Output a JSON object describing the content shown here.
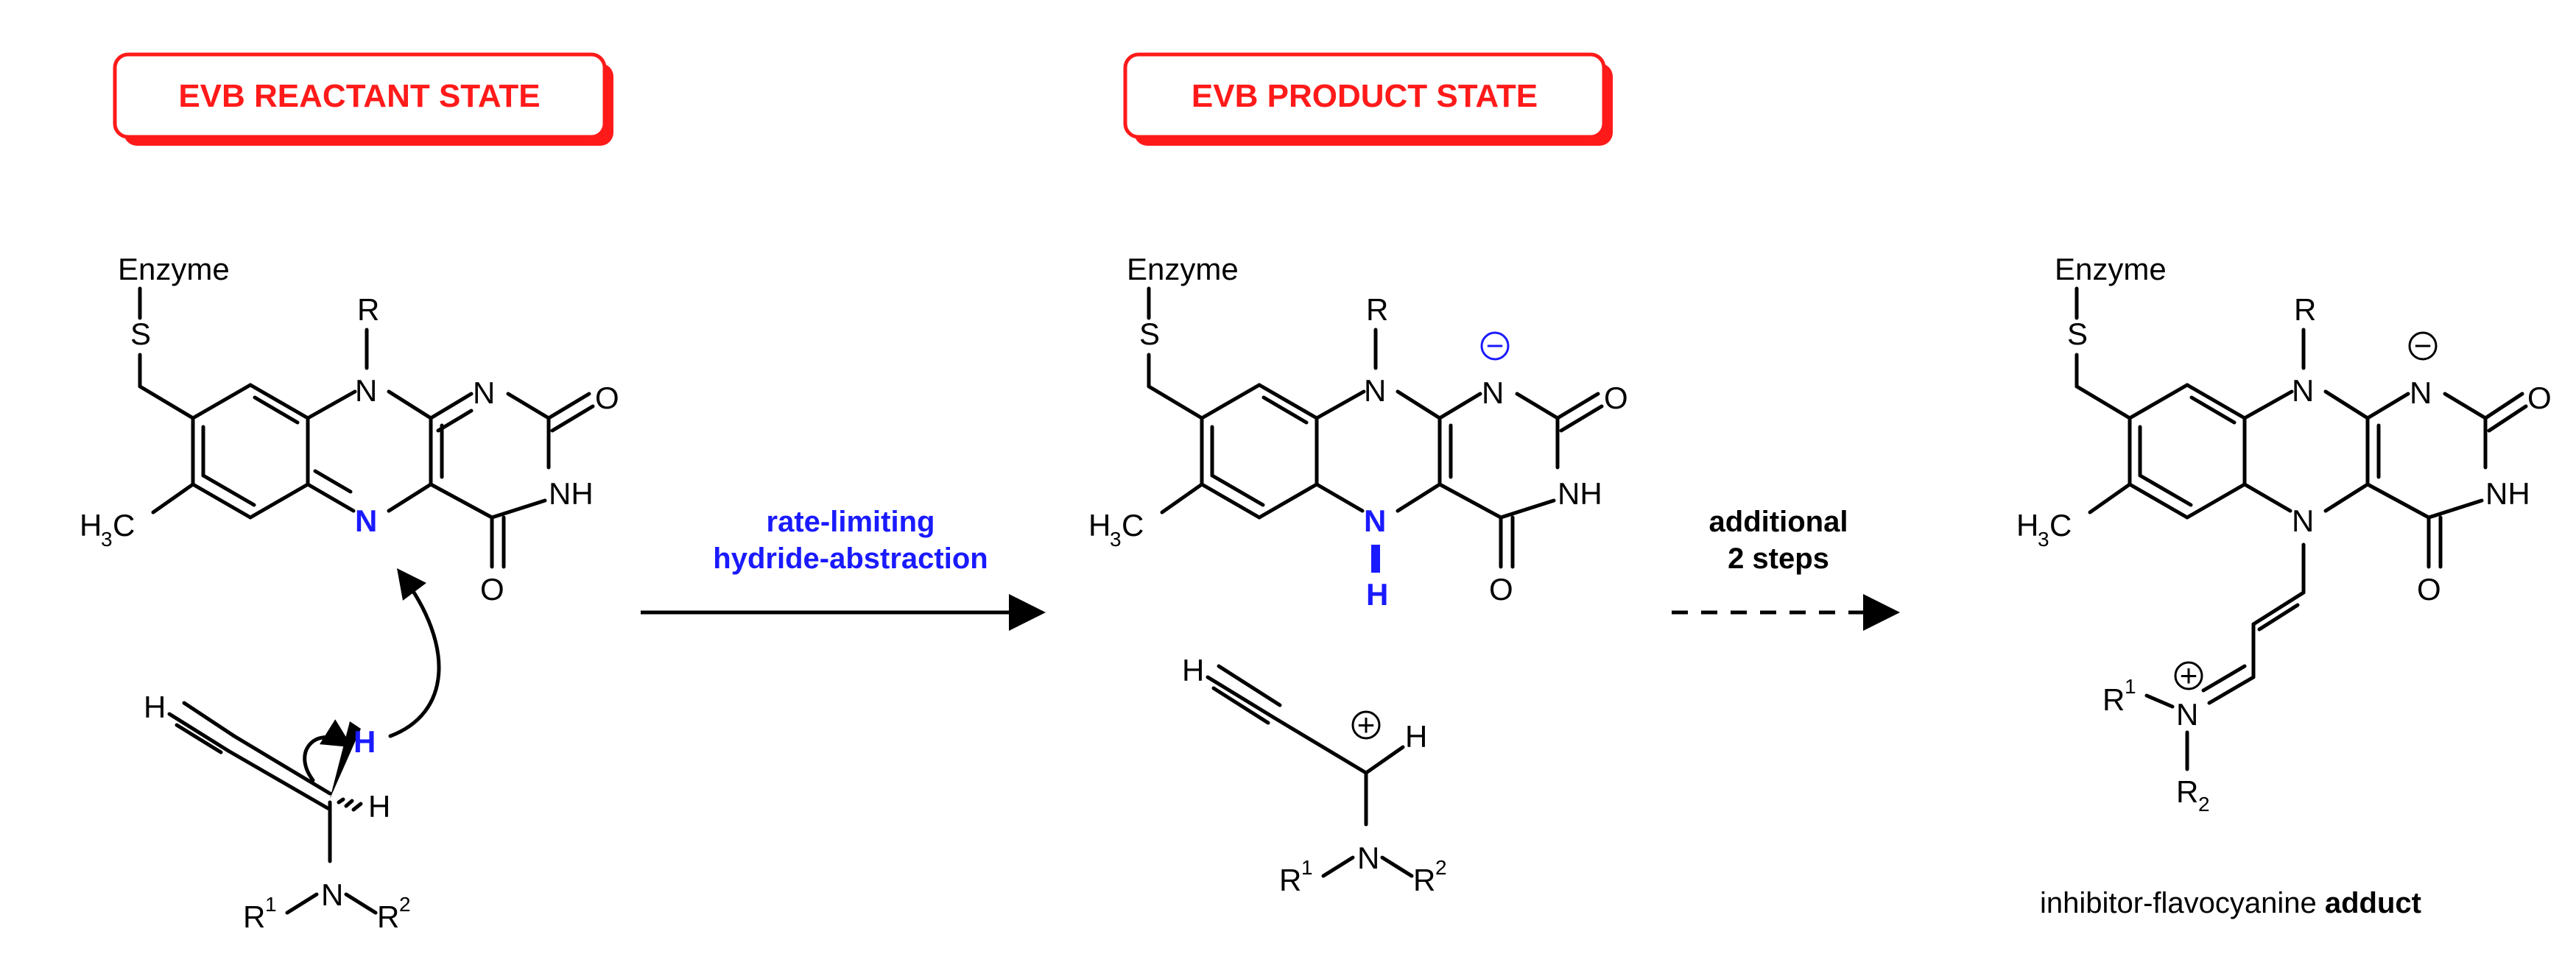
{
  "labels": {
    "reactant_state": "EVB REACTANT STATE",
    "product_state": "EVB PRODUCT STATE",
    "arrow1_line1": "rate-limiting",
    "arrow1_line2": "hydride-abstraction",
    "arrow2_line1": "additional",
    "arrow2_line2": "2 steps",
    "caption_plain": "inhibitor-flavocyanine ",
    "caption_bold": "adduct"
  },
  "atoms": {
    "enzyme": "Enzyme",
    "sulfur": "S",
    "nitrogen": "N",
    "oxygen": "O",
    "hydrogen": "H",
    "nh": "NH",
    "r": "R",
    "r_sup": "R",
    "one": "1",
    "two": "2",
    "h3c_h": "H",
    "h3c_3": "3",
    "h3c_c": "C"
  },
  "charges": {
    "minus": "−",
    "plus": "+"
  },
  "colors": {
    "label_red": "#ff1a1a",
    "highlight_blue": "#1a1aff",
    "bond_black": "#000000"
  }
}
